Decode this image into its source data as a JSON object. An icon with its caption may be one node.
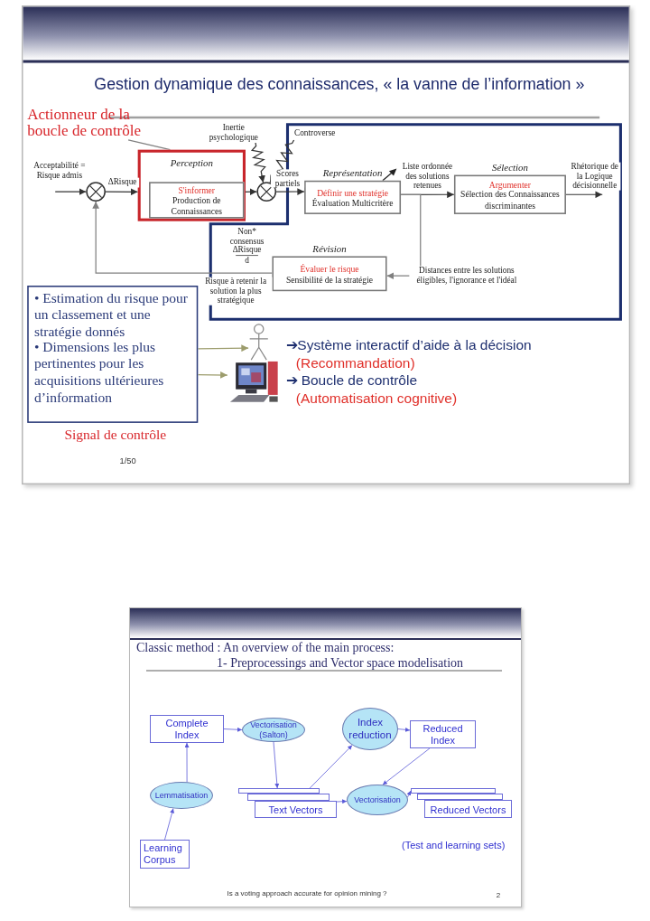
{
  "diagram": {
    "nodes": [
      {
        "text": [
          "Actionneur de la boucle de contrôle"
        ]
      },
      {
        "text": [
          "Perception"
        ]
      },
      {
        "text": [
          "S'informer",
          "Production de Connaissances"
        ],
        "in": 1
      },
      {
        "text": [],
        "shape": "circle"
      },
      {
        "text": [
          "Inertie psychologique"
        ]
      },
      {
        "text": [
          "Controverse"
        ]
      },
      {
        "text": [],
        "shape": "circle"
      },
      {
        "text": [
          "Représentation",
          "Définir une stratégie",
          "Évaluation Multicritère"
        ]
      },
      {
        "text": [
          "Sélection",
          "Argumenter",
          "Sélection des Connaissances discriminantes"
        ]
      },
      {
        "text": [
          "Révision",
          "Évaluer le risque",
          "Sensibilité de la stratégie"
        ]
      },
      {
        "text": [
          "• Estimation du risque pour un classement et une stratégie donnés",
          "• Dimensions les plus pertinentes pour les acquisitions ultérieures d’information"
        ],
        "beside": [
          "Signal de contrôle"
        ]
      },
      {
        "text": [],
        "shape": "person"
      },
      {
        "text": [],
        "shape": "picture"
      },
      {
        "text": [
          "Complete Index"
        ]
      },
      {
        "text": [
          "Vectorisation (Salton)"
        ]
      },
      {
        "text": [
          "Index reduction"
        ]
      },
      {
        "text": [
          "Reduced Index"
        ]
      },
      {
        "text": [
          "Lemmatisation"
        ]
      },
      {
        "text": [],
        "shape": "box"
      },
      {
        "text": [],
        "shape": "box"
      },
      {
        "text": [
          "Text Vectors"
        ]
      },
      {
        "text": [
          "Vectorisation"
        ]
      },
      {
        "text": [],
        "shape": "box"
      },
      {
        "text": [],
        "shape": "box"
      },
      {
        "text": [
          "Reduced Vectors"
        ]
      },
      {
        "text": [
          "Learning Corpus"
        ]
      }
    ],
    "edges": [
      {
        "from": 0,
        "to": 1,
        "arrow": "none",
        "color": "#808080"
      },
      {
        "from": null,
        "to": 3,
        "arrow": "to",
        "label": "Acceptabilité = Risque admis",
        "color": "#333333"
      },
      {
        "from": 3,
        "to": 1,
        "arrow": "to",
        "label": "ΔRisque",
        "color": "#333333"
      },
      {
        "from": 2,
        "to": 6,
        "arrow": "to",
        "color": "#333333"
      },
      {
        "from": 4,
        "to": 6,
        "arrow": "to",
        "color": "#333333"
      },
      {
        "from": 5,
        "to": 6,
        "arrow": "to",
        "color": "#333333"
      },
      {
        "from": 6,
        "to": 7,
        "arrow": "to",
        "label": "Scores partiels",
        "color": "#333333"
      },
      {
        "from": 7,
        "to": 8,
        "arrow": "to",
        "label": "Liste ordonnée des solutions retenues",
        "color": "#333333"
      },
      {
        "from": 8,
        "to": null,
        "arrow": "to",
        "label": "Rhétorique de la Logique décisionnelle",
        "color": "#333333"
      },
      {
        "from": 7,
        "to": 9,
        "arrow": "to",
        "label": "Distances entre les solutions éligibles, l'ignorance et l'idéal",
        "color": "#808080"
      },
      {
        "from": 9,
        "to": 3,
        "arrow": "to",
        "label": "Risque à retenir la solution la plus stratégique",
        "color": "#808080"
      },
      {
        "from": 10,
        "to": 11,
        "arrow": "to",
        "color": "#9c9c6c"
      },
      {
        "from": 10,
        "to": 12,
        "arrow": "to",
        "color": "#9c9c6c"
      },
      {
        "from": 25,
        "to": 17,
        "arrow": "to",
        "color": "#5a5ad8"
      },
      {
        "from": 17,
        "to": 13,
        "arrow": "to",
        "color": "#5a5ad8"
      },
      {
        "from": 13,
        "to": 14,
        "arrow": "to",
        "color": "#5a5ad8"
      },
      {
        "from": 14,
        "to": 18,
        "arrow": "to",
        "color": "#5a5ad8"
      },
      {
        "from": 18,
        "to": 15,
        "arrow": "to",
        "color": "#5a5ad8"
      },
      {
        "from": 15,
        "to": 16,
        "arrow": "to",
        "color": "#5a5ad8"
      },
      {
        "from": 16,
        "to": 21,
        "arrow": "to",
        "color": "#5a5ad8"
      },
      {
        "from": 20,
        "to": 21,
        "arrow": "to",
        "color": "#5a5ad8"
      },
      {
        "from": 21,
        "to": 22,
        "arrow": "to",
        "color": "#5a5ad8"
      }
    ],
    "labels": [
      "Gestion dynamique des connaissances, « la vanne de l’information »",
      "Non* consensus",
      "ΔRisque",
      "d",
      "➔Système interactif d’aide à la décision",
      "(Recommandation)",
      "➔ Boucle de contrôle",
      "(Automatisation cognitive)",
      "1/50",
      "Classic method : An overview of the main process:",
      "1- Preprocessings and Vector space modelisation",
      "(Test and learning sets)",
      "Is a voting approach accurate for opinion mining ?",
      "2"
    ]
  }
}
